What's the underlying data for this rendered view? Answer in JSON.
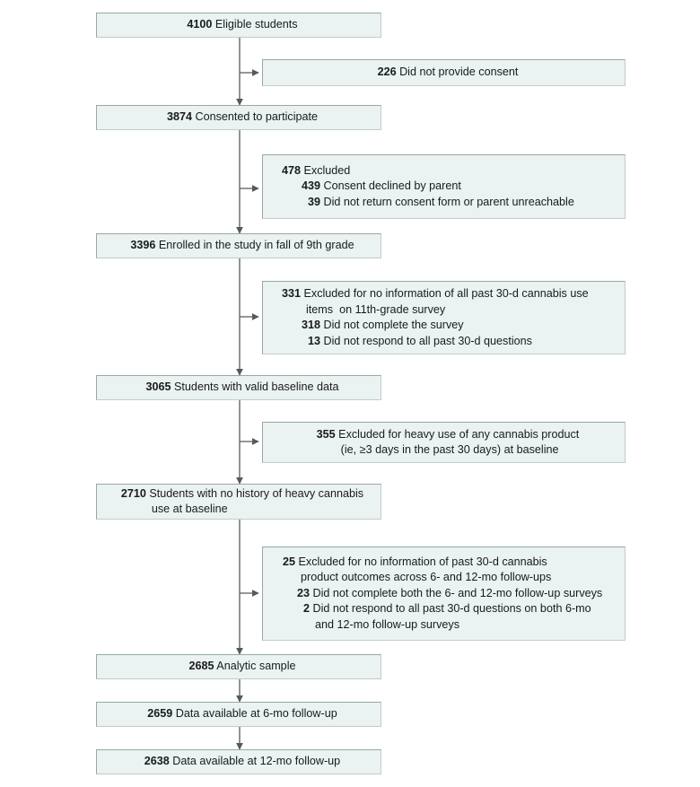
{
  "figure": {
    "type": "flow-diagram",
    "name": "CONSORT-style participant flow diagram",
    "colors": {
      "box_fill": "#eaf2f2",
      "box_border": "#9ba6a6",
      "connector": "#58595b",
      "text": "#1a1a1a"
    }
  },
  "nodes": [
    {
      "id": "eligible",
      "column": "main",
      "count": "4100",
      "lines": [
        {
          "num": "4100",
          "text": "Eligible students"
        }
      ]
    },
    {
      "id": "no-consent",
      "column": "side",
      "count": "226",
      "lines": [
        {
          "num": "226",
          "text": "Did not provide consent"
        }
      ]
    },
    {
      "id": "consented",
      "column": "main",
      "count": "3874",
      "lines": [
        {
          "num": "3874",
          "text": "Consented to participate"
        }
      ]
    },
    {
      "id": "excluded-consent",
      "column": "side",
      "count": "478",
      "lines": [
        {
          "num": "478",
          "text": "Excluded"
        },
        {
          "num": "439",
          "text": "Consent declined by parent",
          "indent": 1
        },
        {
          "num": "39",
          "text": "Did not return consent form or parent unreachable",
          "indent": 1
        }
      ]
    },
    {
      "id": "enrolled",
      "column": "main",
      "count": "3396",
      "lines": [
        {
          "num": "3396",
          "text": "Enrolled in the study in fall of 9th grade"
        }
      ]
    },
    {
      "id": "excluded-no-info-11th",
      "column": "side",
      "count": "331",
      "lines": [
        {
          "num": "331",
          "text": "Excluded for no information of all past 30-d cannabis use",
          "cont": "items  on 11th-grade survey"
        },
        {
          "num": "318",
          "text": "Did not complete the survey",
          "indent": 1
        },
        {
          "num": "13",
          "text": "Did not respond to all past 30-d questions",
          "indent": 1
        }
      ]
    },
    {
      "id": "valid-baseline",
      "column": "main",
      "count": "3065",
      "lines": [
        {
          "num": "3065",
          "text": "Students with valid baseline data"
        }
      ]
    },
    {
      "id": "excluded-heavy-use",
      "column": "side",
      "count": "355",
      "lines": [
        {
          "num": "355",
          "text": "Excluded for heavy use of any cannabis product",
          "cont": "(ie, ≥3 days in the past 30 days) at baseline"
        }
      ]
    },
    {
      "id": "no-heavy-history",
      "column": "main",
      "count": "2710",
      "lines": [
        {
          "num": "2710",
          "text": "Students with no history of heavy cannabis",
          "cont": "use at baseline"
        }
      ]
    },
    {
      "id": "excluded-no-followup-info",
      "column": "side",
      "count": "25",
      "lines": [
        {
          "num": "25",
          "text": "Excluded for no information of past 30-d cannabis",
          "cont": "product outcomes across 6- and 12-mo follow-ups"
        },
        {
          "num": "23",
          "text": "Did not complete both the 6- and 12-mo follow-up surveys",
          "indent": 1
        },
        {
          "num": "2",
          "text": "Did not respond to all past 30-d questions on both 6-mo",
          "cont": "and 12-mo follow-up surveys",
          "indent": 1
        }
      ]
    },
    {
      "id": "analytic-sample",
      "column": "main",
      "count": "2685",
      "lines": [
        {
          "num": "2685",
          "text": "Analytic sample"
        }
      ]
    },
    {
      "id": "data-6mo",
      "column": "main",
      "count": "2659",
      "lines": [
        {
          "num": "2659",
          "text": "Data available at 6-mo follow-up"
        }
      ]
    },
    {
      "id": "data-12mo",
      "column": "main",
      "count": "2638",
      "lines": [
        {
          "num": "2638",
          "text": "Data available at 12-mo follow-up"
        }
      ]
    }
  ]
}
